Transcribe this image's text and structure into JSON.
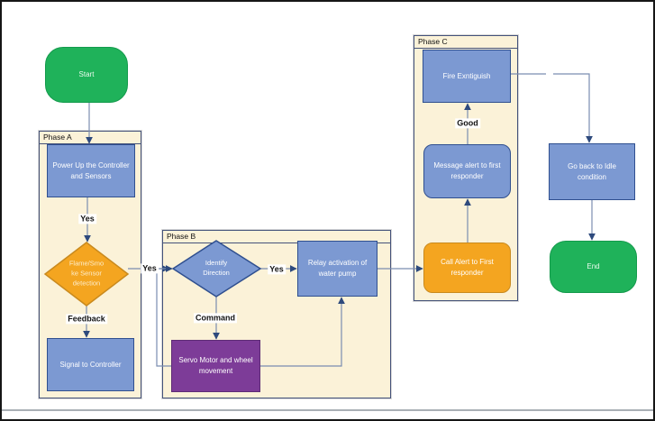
{
  "colors": {
    "canvas": "#ffffff",
    "lane-fill": "#FBF2D8",
    "lane-border": "#44527A",
    "node-blue": "#7C99D2",
    "node-blue-border": "#2F4F8F",
    "node-green": "#1FB25A",
    "node-green-border": "#149A4C",
    "node-orange": "#F4A520",
    "node-orange-border": "#C98A1E",
    "node-purple": "#7D3C98",
    "node-purple-border": "#5E2C75",
    "line": "#7A8DB0",
    "arrow": "#2E4A7D"
  },
  "diagram": {
    "lanes": {
      "phase_a": "Phase A",
      "phase_b": "Phase B",
      "phase_c": "Phase C"
    },
    "nodes": {
      "start": "Start",
      "power_up": "Power Up the Controller\nand Sensors",
      "flame_sensor": "Flame/Smo\nke Sensor\ndetection",
      "signal_controller": "Signal to Controller",
      "identify_direction": "Identify\nDirection",
      "relay_activation": "Relay activation of\nwater pump",
      "servo_motor": "Servo Motor and wheel\nmovement",
      "fire_extinguish": "Fire Exntiguish",
      "message_alert": "Message alert to first\nresponder",
      "call_alert": "Call Alert to First\nresponder",
      "go_back_idle": "Go back to Idle\ncondition",
      "end": "End"
    },
    "edge_labels": {
      "yes_power_to_sensor": "Yes",
      "feedback": "Feedback",
      "yes_sensor_to_identify": "Yes",
      "yes_identify_to_relay": "Yes",
      "command": "Command",
      "good": "Good"
    }
  }
}
